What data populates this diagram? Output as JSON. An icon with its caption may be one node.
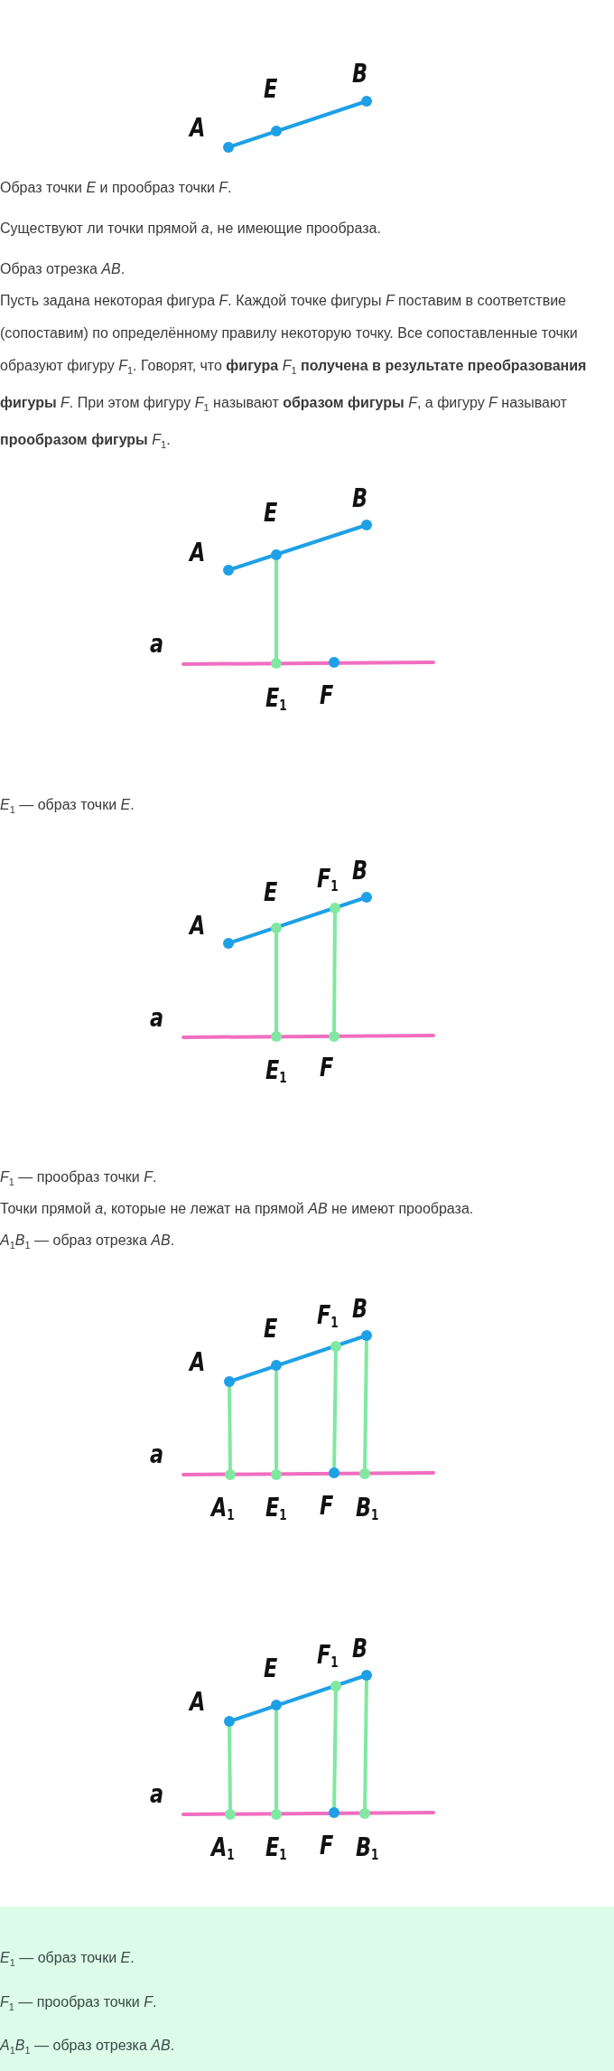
{
  "diagram": {
    "nodes": [
      {
        "text": [
          "*E*$_{1}$ — образ точки *E*.",
          "*F*$_{1}$ — прообраз точки *F*.",
          "*A*$_{1}$*B*$_{1}$ — образ отрезка *AB*."
        ]
      }
    ],
    "labels": [
      "B",
      "E",
      "A",
      "Образ точки *E* и прообраз точки *F*.",
      "Существуют ли точки прямой *a*, не имеющие прообраза.",
      "Образ отрезка *AB*.",
      "Пусть задана некоторая фигура *F*. Каждой точке фигуры *F* поставим в соответствие (сопоставим) по определённому правилу некоторую точку. Все сопоставленные точки образуют фигуру *F*$_{1}$. Говорят, что **фигура** *F*$_{1}$ **получена в результате преобразования фигуры** *F*. При этом фигуру *F*$_{1}$ называют **образом фигуры** *F*, а фигуру *F* называют **прообразом фигуры** *F*$_{1}$.",
      "B",
      "E",
      "A",
      "a",
      "E$_{1}$",
      "F",
      "*E*$_{1}$ — образ точки *E*.",
      "B",
      "F$_{1}$",
      "E",
      "A",
      "a",
      "E$_{1}$",
      "F",
      "*F*$_{1}$ — прообраз точки *F*.",
      "Точки прямой *a*, которые не лежат на прямой *AB* не имеют прообраза.",
      "*A*$_{1}$*B*$_{1}$ — образ отрезка *AB*.",
      "F$_{1}$",
      "B",
      "E",
      "A",
      "a",
      "A$_{1}$",
      "E$_{1}$",
      "F",
      "B$_{1}$",
      "F$_{1}$",
      "B",
      "E",
      "A",
      "a",
      "A$_{1}$",
      "E$_{1}$",
      "F",
      "B$_{1}$"
    ]
  }
}
